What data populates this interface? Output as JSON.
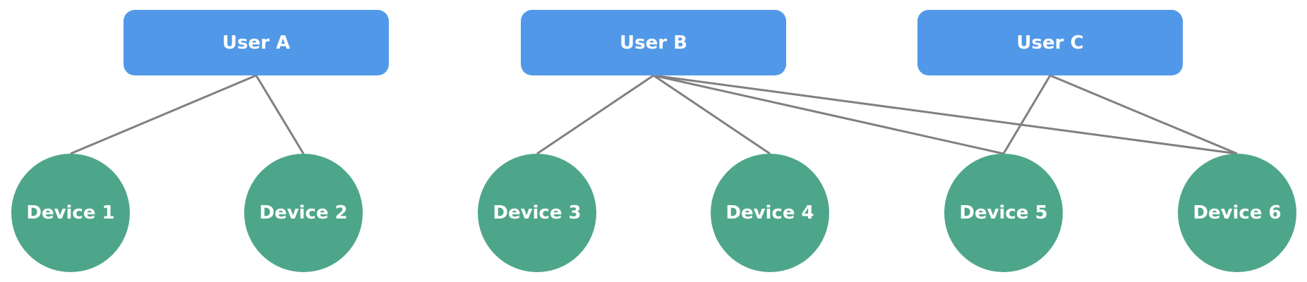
{
  "users": [
    {
      "id": "A",
      "label": "User A"
    },
    {
      "id": "B",
      "label": "User B"
    },
    {
      "id": "C",
      "label": "User C"
    }
  ],
  "devices": [
    {
      "id": "1",
      "label": "Device 1"
    },
    {
      "id": "2",
      "label": "Device 2"
    },
    {
      "id": "3",
      "label": "Device 3"
    },
    {
      "id": "4",
      "label": "Device 4"
    },
    {
      "id": "5",
      "label": "Device 5"
    },
    {
      "id": "6",
      "label": "Device 6"
    }
  ],
  "edges": [
    {
      "from": "A",
      "to": "1"
    },
    {
      "from": "A",
      "to": "2"
    },
    {
      "from": "B",
      "to": "3"
    },
    {
      "from": "B",
      "to": "4"
    },
    {
      "from": "B",
      "to": "5"
    },
    {
      "from": "B",
      "to": "6"
    },
    {
      "from": "C",
      "to": "5"
    },
    {
      "from": "C",
      "to": "6"
    }
  ],
  "colors": {
    "user_fill": "#5199e8",
    "device_fill": "#4ea68a",
    "edge": "#808080",
    "label": "#ffffff"
  }
}
